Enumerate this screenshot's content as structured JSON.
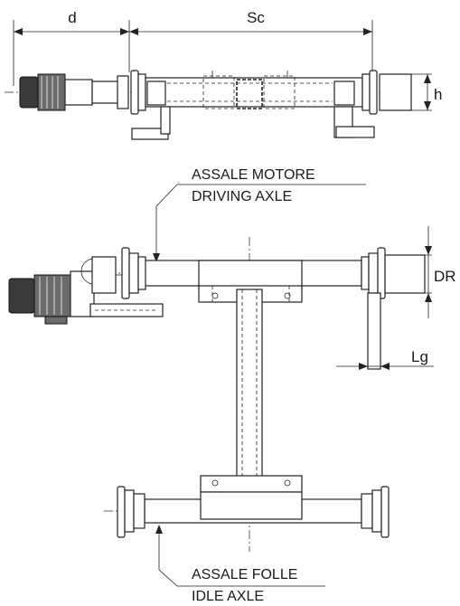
{
  "dimensions": {
    "d": "d",
    "sc": "Sc",
    "h": "h",
    "dr": "DR",
    "lg": "Lg"
  },
  "callouts": {
    "driving_axle_it": "ASSALE MOTORE",
    "driving_axle_en": "DRIVING AXLE",
    "idle_axle_it": "ASSALE FOLLE",
    "idle_axle_en": "IDLE AXLE"
  }
}
